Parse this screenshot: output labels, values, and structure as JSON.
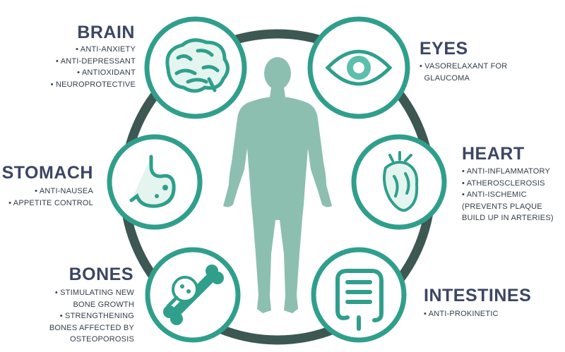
{
  "colors": {
    "teal": "#2f9f8c",
    "teal_light": "#5bbfab",
    "teal_pale": "#e4f4ef",
    "ring": "#3d5752",
    "body": "#8cbfb0",
    "heading": "#3c4663",
    "text": "#333c4a"
  },
  "organs": {
    "brain": {
      "title": "BRAIN",
      "icon": "brain-icon",
      "items": [
        "• ANTI-ANXIETY",
        "• ANTI-DEPRESSANT",
        "• ANTIOXIDANT",
        "• NEUROPROTECTIVE"
      ]
    },
    "eyes": {
      "title": "EYES",
      "icon": "eye-icon",
      "items": [
        "• VASORELAXANT FOR",
        "  GLAUCOMA"
      ]
    },
    "stomach": {
      "title": "STOMACH",
      "icon": "stomach-icon",
      "items": [
        "• ANTI-NAUSEA",
        "• APPETITE CONTROL"
      ]
    },
    "heart": {
      "title": "HEART",
      "icon": "heart-icon",
      "items": [
        "• ANTI-INFLAMMATORY",
        "• ATHEROSCLEROSIS",
        "• ANTI-ISCHEMIC",
        "(PREVENTS PLAQUE",
        "BUILD UP IN ARTERIES)"
      ]
    },
    "bones": {
      "title": "BONES",
      "icon": "bone-icon",
      "items": [
        "• STIMULATING NEW",
        "BONE GROWTH",
        "• STRENGTHENING",
        "BONES AFFECTED BY",
        "OSTEOPOROSIS"
      ]
    },
    "intestines": {
      "title": "INTESTINES",
      "icon": "intestines-icon",
      "items": [
        "• ANTI-PROKINETIC"
      ]
    }
  }
}
